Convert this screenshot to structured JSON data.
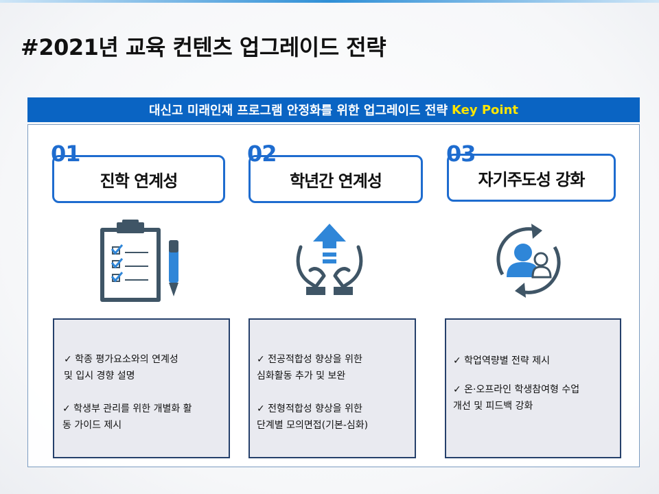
{
  "title": "#2021년 교육 컨텐츠 업그레이드 전략",
  "banner": {
    "text": "대신고 미래인재 프로그램 안정화를 위한 업그레이드 전략",
    "highlight": "Key Point"
  },
  "colors": {
    "accent": "#1e6ccf",
    "banner": "#0a64c3",
    "highlight": "#ffe600"
  },
  "points": [
    {
      "number": "01",
      "title": "진학 연계성",
      "icon": "clipboard-checklist-icon",
      "items": [
        {
          "line1": "✓  학종 평가요소와의 연계성",
          "line2": "  및 입시 경향 설명"
        },
        {
          "line1": "✓ 학생부 관리를 위한 개별화 활",
          "line2": "동 가이드 제시"
        }
      ]
    },
    {
      "number": "02",
      "title": "학년간 연계성",
      "icon": "hands-upward-arrow-icon",
      "items": [
        {
          "line1": "✓ 전공적합성 향상을 위한",
          "line2": " 심화활동 추가 및 보완"
        },
        {
          "line1": "✓ 전형적합성 향상을 위한",
          "line2": " 단계별 모의면접(기본-심화)"
        }
      ]
    },
    {
      "number": "03",
      "title": "자기주도성 강화",
      "icon": "person-cycle-icon",
      "items": [
        {
          "line1": "✓ 학업역량별 전략 제시",
          "line2": ""
        },
        {
          "line1": "✓ 온·오프라인 학생참여형 수업",
          "line2": "개선 및 피드백 강화"
        }
      ]
    }
  ]
}
